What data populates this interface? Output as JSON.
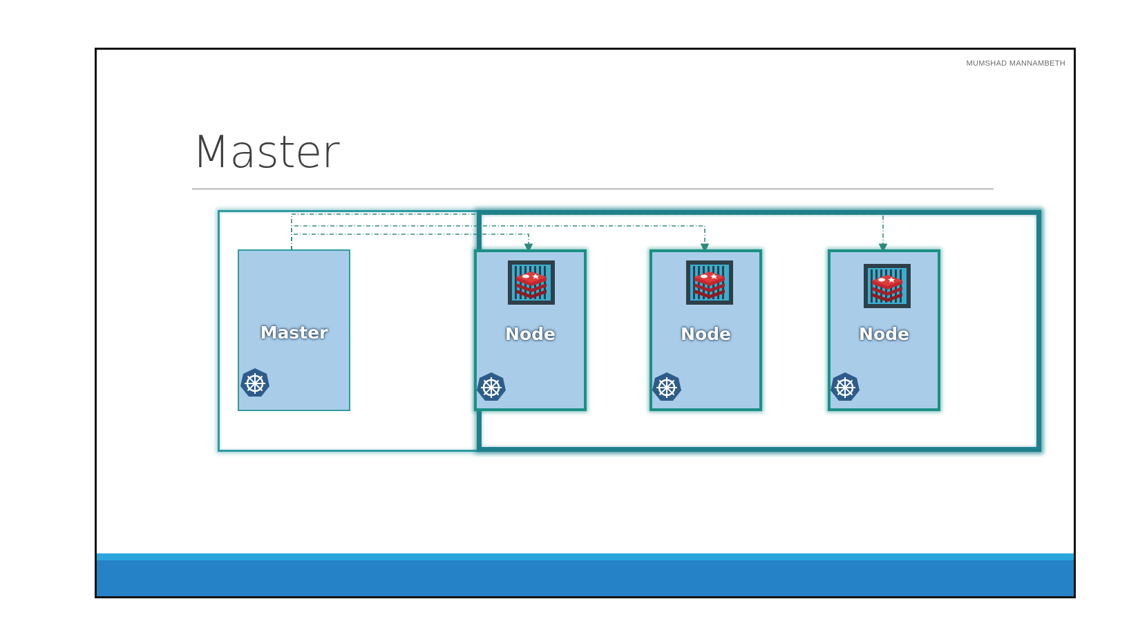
{
  "slide": {
    "author": "MUMSHAD MANNAMBETH",
    "title": "Master"
  },
  "diagram": {
    "master": {
      "label": "Master",
      "icon": "kubernetes-helm-icon"
    },
    "nodes": [
      {
        "label": "Node",
        "icon": "kubernetes-helm-icon",
        "container_icon": "redis-container-icon"
      },
      {
        "label": "Node",
        "icon": "kubernetes-helm-icon",
        "container_icon": "redis-container-icon"
      },
      {
        "label": "Node",
        "icon": "kubernetes-helm-icon",
        "container_icon": "redis-container-icon"
      }
    ],
    "colors": {
      "box_fill": "#a9cde8",
      "teal_border": "#1c8f86",
      "group_border": "#1f7f8c",
      "connector": "#2e8b7a",
      "helm_badge": "#2e5c8a",
      "redis_red": "#c4262e",
      "footer_blue": "#2682c7",
      "footer_light": "#2aa6dd"
    }
  }
}
